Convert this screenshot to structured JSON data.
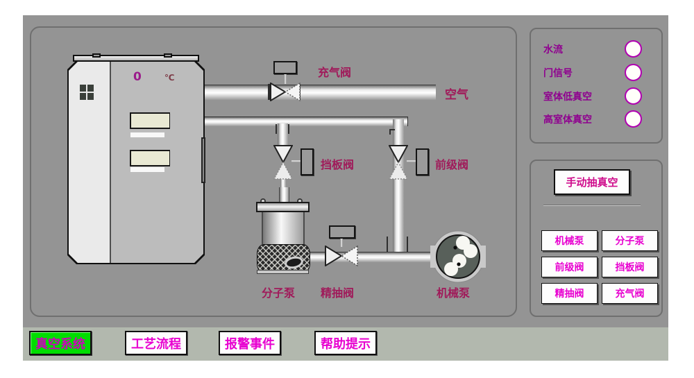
{
  "colors": {
    "page_bg": "#ffffff",
    "panel_bg": "#949494",
    "panel_border": "#6f6f6f",
    "nav_strip_bg": "#b2b8ae",
    "process_label": "#a01a5a",
    "indicator_label": "#8f008f",
    "indicator_ring": "#b000b0",
    "button_text": "#e800d0",
    "active_nav_bg": "#00dd00",
    "temp_value_color": "#9b1b8b",
    "temp_unit_color": "#7d3b47"
  },
  "chamber": {
    "temperature_value": "0",
    "temperature_unit": "℃"
  },
  "process_labels": {
    "inflate_valve": "充气阀",
    "air": "空气",
    "baffle_valve": "挡板阀",
    "foreline_valve": "前级阀",
    "molecular_pump": "分子泵",
    "fine_pump_valve": "精抽阀",
    "mechanical_pump": "机械泵"
  },
  "indicators": {
    "items": [
      {
        "label": "水流"
      },
      {
        "label": "门信号"
      },
      {
        "label": "室体低真空"
      },
      {
        "label": "高室体真空"
      }
    ]
  },
  "controls": {
    "manual_vacuum_button": "手动抽真空",
    "device_buttons": [
      "机械泵",
      "分子泵",
      "前级阀",
      "挡板阀",
      "精抽阀",
      "充气阀"
    ]
  },
  "nav": {
    "items": [
      {
        "label": "真空系统",
        "active": true
      },
      {
        "label": "工艺流程",
        "active": false
      },
      {
        "label": "报警事件",
        "active": false
      },
      {
        "label": "帮助提示",
        "active": false
      }
    ]
  }
}
